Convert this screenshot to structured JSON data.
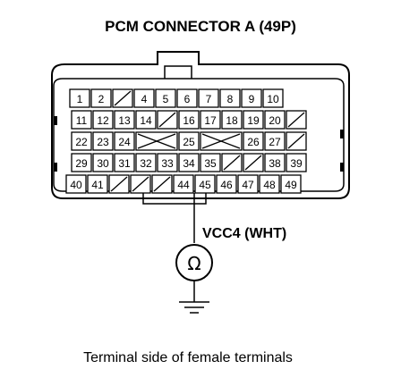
{
  "title": "PCM CONNECTOR A (49P)",
  "rows": [
    [
      {
        "t": "1"
      },
      {
        "t": "2"
      },
      {
        "t": "/"
      },
      {
        "t": "4"
      },
      {
        "t": "5"
      },
      {
        "t": "6"
      },
      {
        "t": "7"
      },
      {
        "t": "8"
      },
      {
        "t": "9"
      },
      {
        "t": "10"
      }
    ],
    [
      {
        "t": "11"
      },
      {
        "t": "12"
      },
      {
        "t": "13"
      },
      {
        "t": "14"
      },
      {
        "t": "/"
      },
      {
        "t": "16"
      },
      {
        "t": "17"
      },
      {
        "t": "18"
      },
      {
        "t": "19"
      },
      {
        "t": "20"
      },
      {
        "t": "/"
      }
    ],
    [
      {
        "t": "22"
      },
      {
        "t": "23"
      },
      {
        "t": "24"
      },
      {
        "t": "X",
        "span": 2
      },
      {
        "t": "25"
      },
      {
        "t": "X",
        "span": 2
      },
      {
        "t": "26"
      },
      {
        "t": "27"
      },
      {
        "t": "/"
      }
    ],
    [
      {
        "t": "29"
      },
      {
        "t": "30"
      },
      {
        "t": "31"
      },
      {
        "t": "32"
      },
      {
        "t": "33"
      },
      {
        "t": "34"
      },
      {
        "t": "35"
      },
      {
        "t": "/"
      },
      {
        "t": "/"
      },
      {
        "t": "38"
      },
      {
        "t": "39"
      }
    ],
    [
      {
        "t": "40"
      },
      {
        "t": "41"
      },
      {
        "t": "/"
      },
      {
        "t": "/"
      },
      {
        "t": "/"
      },
      {
        "t": "44"
      },
      {
        "t": "45"
      },
      {
        "t": "46"
      },
      {
        "t": "47"
      },
      {
        "t": "48"
      },
      {
        "t": "49"
      }
    ]
  ],
  "probe_label": "VCC4 (WHT)",
  "meter_symbol": "Ω",
  "caption": "Terminal side of female terminals"
}
